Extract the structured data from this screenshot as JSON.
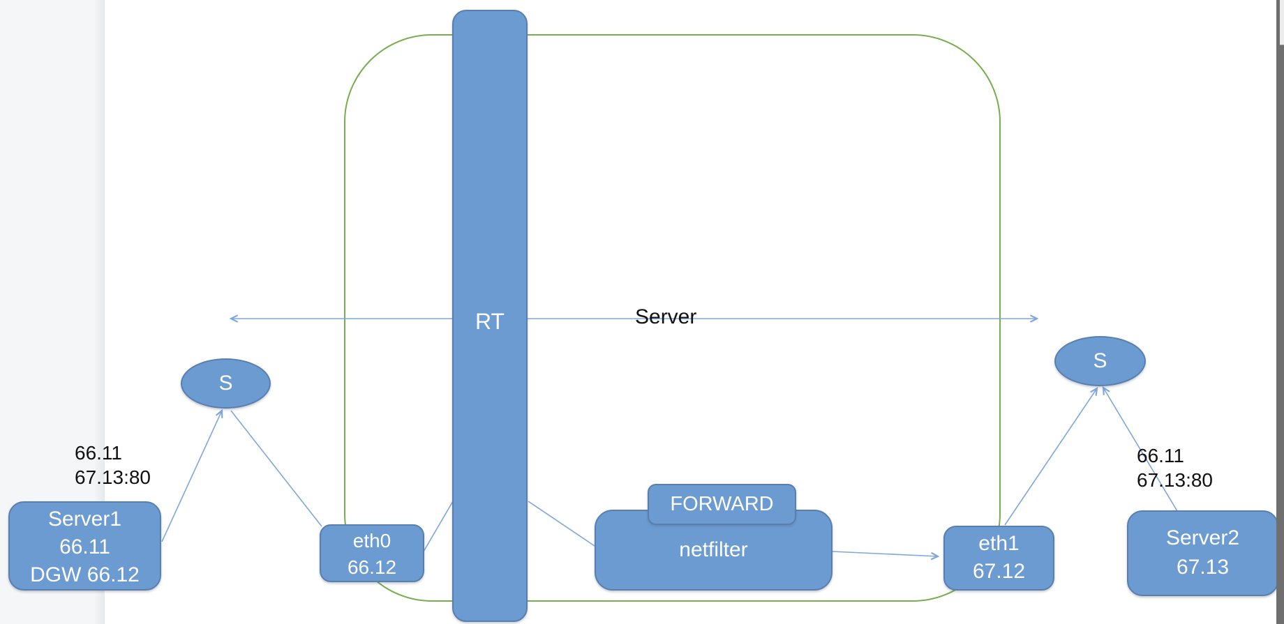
{
  "diagram": {
    "nodes": {
      "rt": {
        "label": "RT"
      },
      "switch_left": {
        "label": "S"
      },
      "switch_right": {
        "label": "S"
      },
      "server1": {
        "lines": [
          "Server1",
          "66.11",
          "DGW 66.12"
        ]
      },
      "eth0": {
        "lines": [
          "eth0",
          "66.12"
        ]
      },
      "forward": {
        "label": "FORWARD"
      },
      "netfilter": {
        "label": "netfilter"
      },
      "eth1": {
        "lines": [
          "eth1",
          "67.12"
        ]
      },
      "server2": {
        "lines": [
          "Server2",
          "67.13"
        ]
      }
    },
    "annotations": {
      "bus_label": "Server",
      "left_ip": {
        "lines": [
          "66.11",
          "67.13:80"
        ]
      },
      "right_ip": {
        "lines": [
          "66.11",
          "67.13:80"
        ]
      }
    },
    "colors": {
      "shape_fill": "#6C9BD2",
      "shape_border": "#587FAE",
      "shape_text": "#FFFFFF",
      "connector_blue": "#7EA6DC",
      "boundary_green": "#77AD4E",
      "annotation_text": "#111111",
      "canvas": "#FFFFFF",
      "side_panel": "#F5F6F8",
      "scrollbar": "#6F6F6F"
    }
  }
}
